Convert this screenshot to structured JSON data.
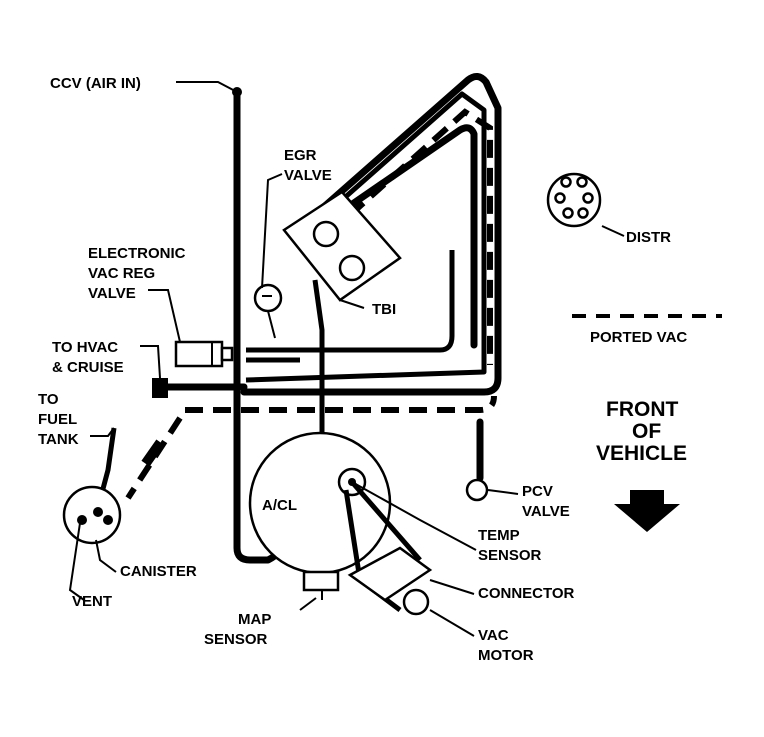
{
  "labels": {
    "ccv": "CCV (AIR IN)",
    "egr_line1": "EGR",
    "egr_line2": "VALVE",
    "evrv_line1": "ELECTRONIC",
    "evrv_line2": "VAC REG",
    "evrv_line3": "VALVE",
    "hvac_line1": "TO HVAC",
    "hvac_line2": "& CRUISE",
    "fuel_line1": "TO",
    "fuel_line2": "FUEL",
    "fuel_line3": "TANK",
    "tbi": "TBI",
    "distr": "DISTR",
    "ported_vac": "PORTED VAC",
    "front_line1": "FRONT",
    "front_line2": "OF",
    "front_line3": "VEHICLE",
    "acl": "A/CL",
    "pcv_line1": "PCV",
    "pcv_line2": "VALVE",
    "temp_line1": "TEMP",
    "temp_line2": "SENSOR",
    "connector": "CONNECTOR",
    "vac_motor_line1": "VAC",
    "vac_motor_line2": "MOTOR",
    "map_line1": "MAP",
    "map_line2": "SENSOR",
    "canister": "CANISTER",
    "vent": "VENT"
  },
  "icons": {
    "front_arrow": "down-arrow-icon"
  }
}
